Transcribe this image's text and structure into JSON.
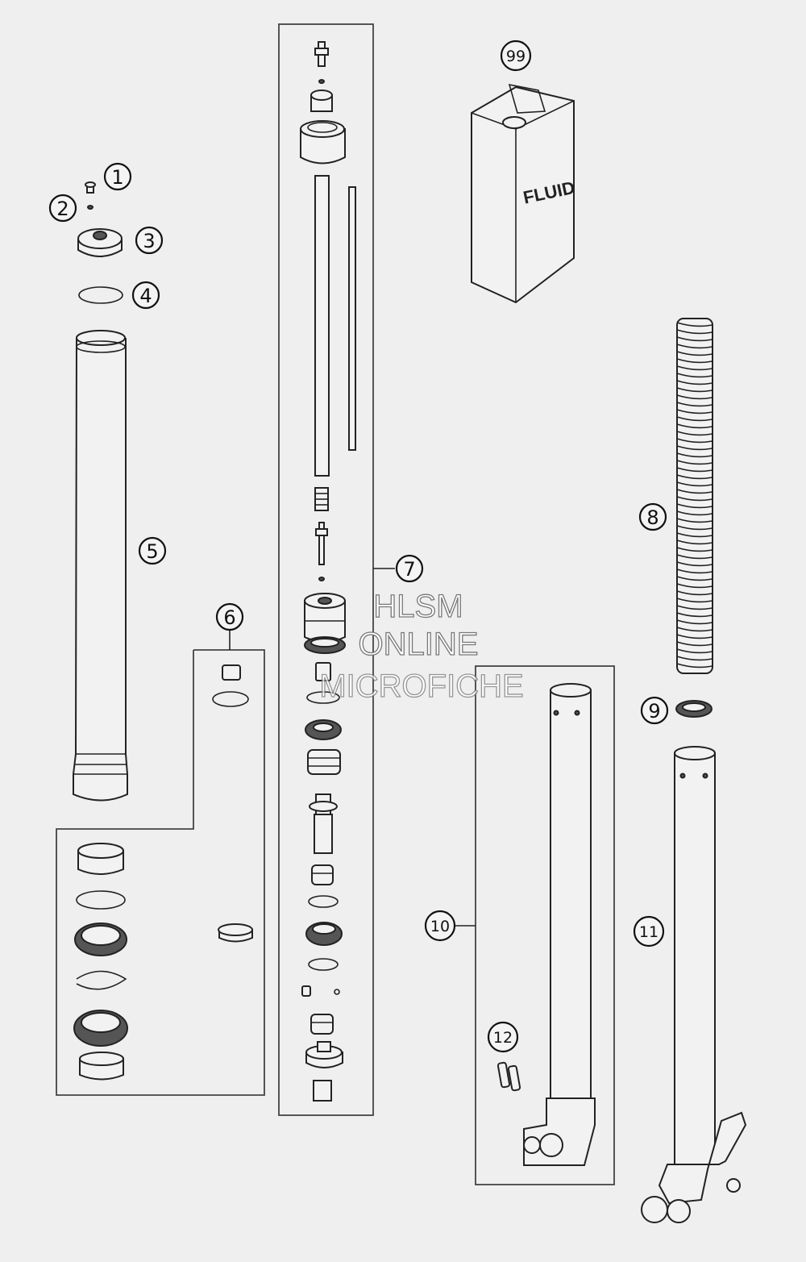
{
  "callouts": [
    {
      "label": "1"
    },
    {
      "label": "2"
    },
    {
      "label": "3"
    },
    {
      "label": "4"
    },
    {
      "label": "5"
    },
    {
      "label": "6"
    },
    {
      "label": "7"
    },
    {
      "label": "8"
    },
    {
      "label": "9"
    },
    {
      "label": "10"
    },
    {
      "label": "11"
    },
    {
      "label": "12"
    },
    {
      "label": "99"
    }
  ],
  "container_label": "FLUID",
  "watermark": {
    "line1": "HLSM",
    "line2": "ONLINE",
    "line3": "MICROFICHE"
  }
}
